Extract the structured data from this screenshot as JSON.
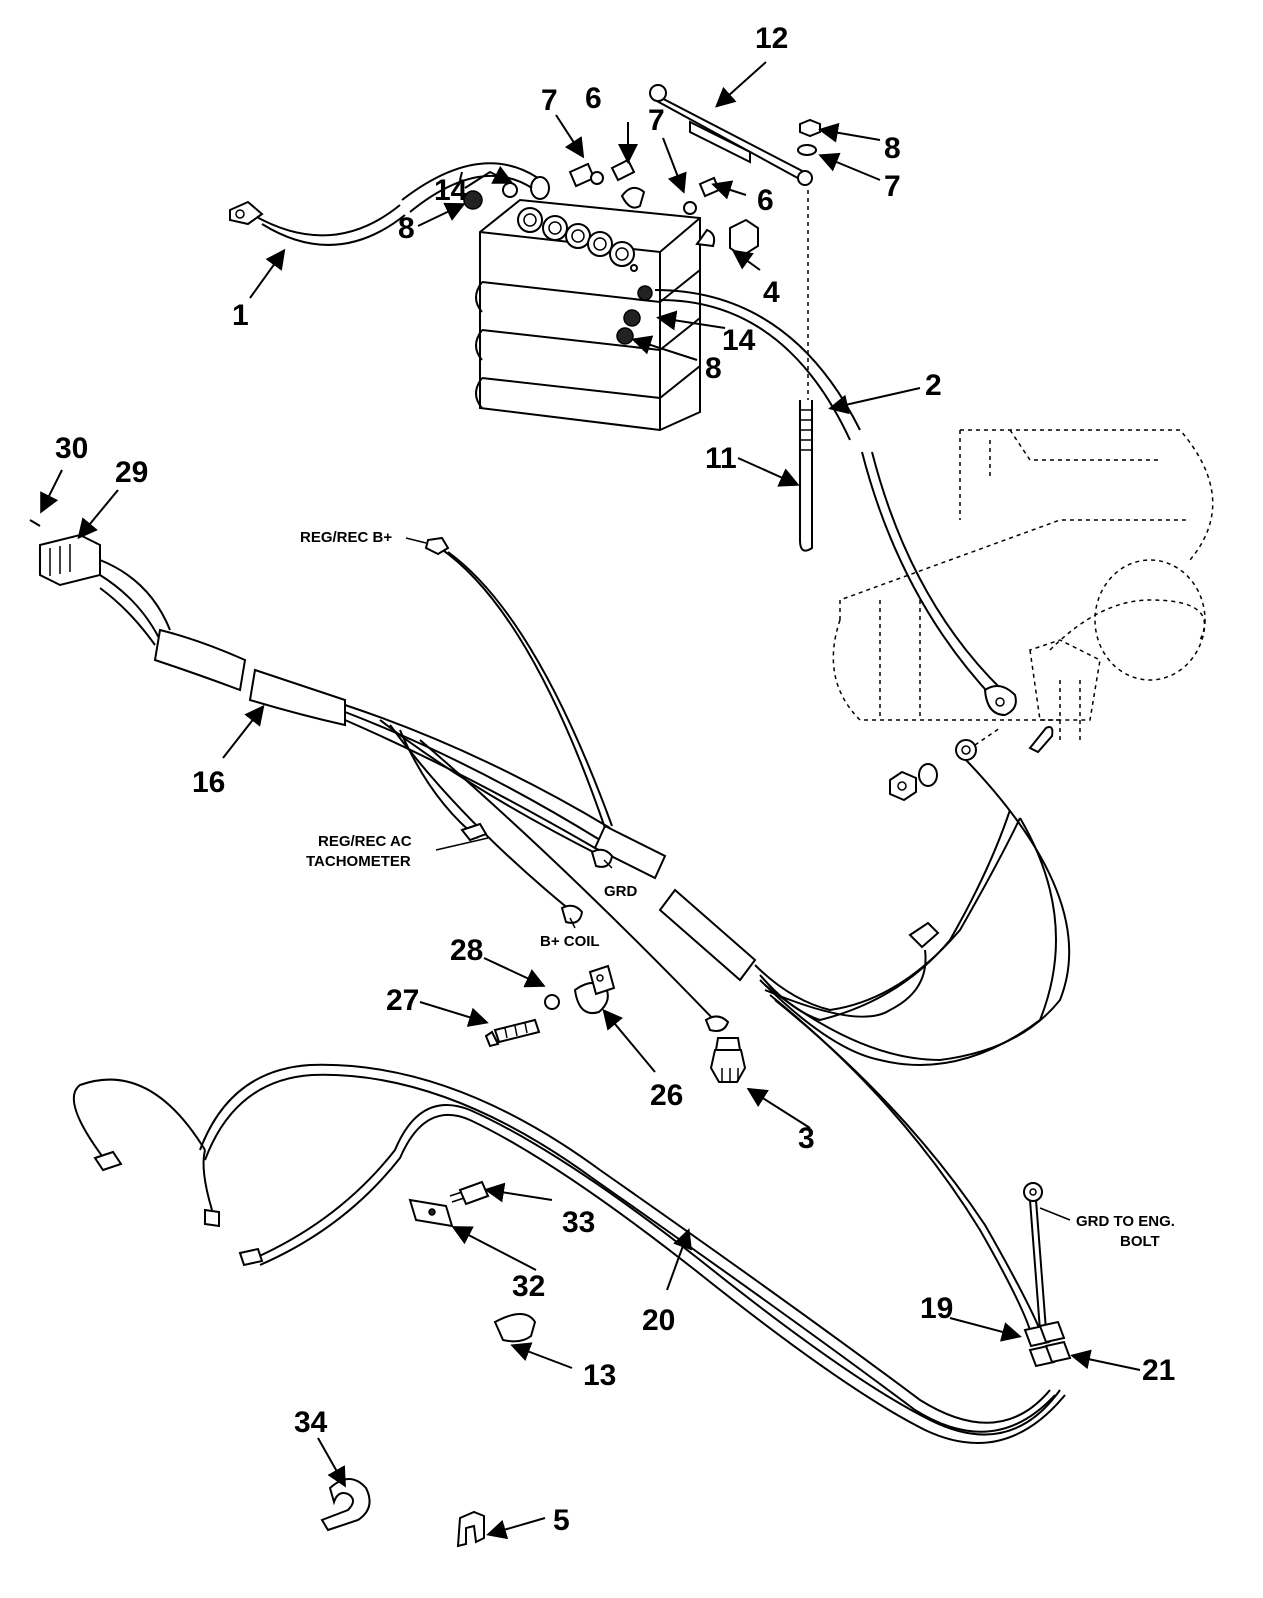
{
  "callouts": {
    "n1": "1",
    "n2": "2",
    "n3": "3",
    "n4": "4",
    "n5": "5",
    "n6a": "6",
    "n6b": "6",
    "n7a": "7",
    "n7b": "7",
    "n7c": "7",
    "n8a": "8",
    "n8b": "8",
    "n8c": "8",
    "n11": "11",
    "n12": "12",
    "n13": "13",
    "n14a": "14",
    "n14b": "14",
    "n16": "16",
    "n19": "19",
    "n20": "20",
    "n21": "21",
    "n26": "26",
    "n27": "27",
    "n28": "28",
    "n29": "29",
    "n30": "30",
    "n32": "32",
    "n33": "33",
    "n34": "34"
  },
  "labels": {
    "reg_rec_bplus": "REG/REC B+",
    "reg_rec_ac_1": "REG/REC AC",
    "reg_rec_ac_2": "TACHOMETER",
    "grd": "GRD",
    "bplus_coil": "B+ COIL",
    "grd_eng_1": "GRD TO ENG.",
    "grd_eng_2": "BOLT"
  }
}
